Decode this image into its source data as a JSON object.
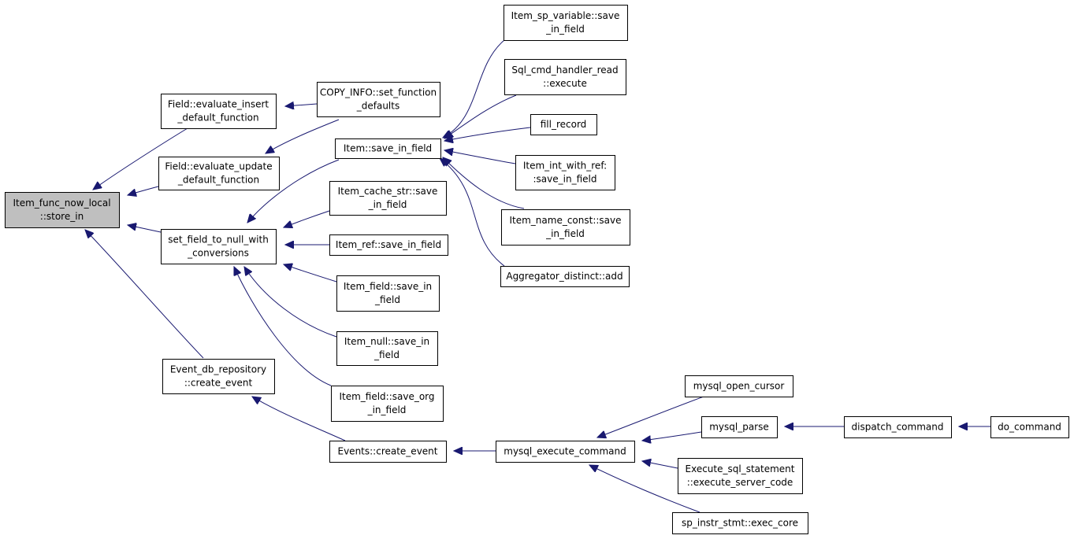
{
  "graph": {
    "nodes": [
      {
        "id": "n0",
        "lines": [
          "Item_func_now_local",
          "::store_in"
        ]
      },
      {
        "id": "n1",
        "lines": [
          "Field::evaluate_insert",
          "_default_function"
        ]
      },
      {
        "id": "n2",
        "lines": [
          "Field::evaluate_update",
          "_default_function"
        ]
      },
      {
        "id": "n3",
        "lines": [
          "set_field_to_null_with",
          "_conversions"
        ]
      },
      {
        "id": "n4",
        "lines": [
          "Event_db_repository",
          "::create_event"
        ]
      },
      {
        "id": "n5",
        "lines": [
          "COPY_INFO::set_function",
          "_defaults"
        ]
      },
      {
        "id": "n6",
        "lines": [
          "Item::save_in_field"
        ]
      },
      {
        "id": "n7",
        "lines": [
          "Item_cache_str::save",
          "_in_field"
        ]
      },
      {
        "id": "n8",
        "lines": [
          "Item_ref::save_in_field"
        ]
      },
      {
        "id": "n9",
        "lines": [
          "Item_field::save_in",
          "_field"
        ]
      },
      {
        "id": "n10",
        "lines": [
          "Item_null::save_in",
          "_field"
        ]
      },
      {
        "id": "n11",
        "lines": [
          "Item_field::save_org",
          "_in_field"
        ]
      },
      {
        "id": "n12",
        "lines": [
          "Events::create_event"
        ]
      },
      {
        "id": "n13",
        "lines": [
          "Item_sp_variable::save",
          "_in_field"
        ]
      },
      {
        "id": "n14",
        "lines": [
          "Sql_cmd_handler_read",
          "::execute"
        ]
      },
      {
        "id": "n15",
        "lines": [
          "fill_record"
        ]
      },
      {
        "id": "n16",
        "lines": [
          "Item_int_with_ref:",
          ":save_in_field"
        ]
      },
      {
        "id": "n17",
        "lines": [
          "Item_name_const::save",
          "_in_field"
        ]
      },
      {
        "id": "n18",
        "lines": [
          "Aggregator_distinct::add"
        ]
      },
      {
        "id": "n19",
        "lines": [
          "mysql_execute_command"
        ]
      },
      {
        "id": "n20",
        "lines": [
          "mysql_open_cursor"
        ]
      },
      {
        "id": "n21",
        "lines": [
          "mysql_parse"
        ]
      },
      {
        "id": "n22",
        "lines": [
          "Execute_sql_statement",
          "::execute_server_code"
        ]
      },
      {
        "id": "n23",
        "lines": [
          "sp_instr_stmt::exec_core"
        ]
      },
      {
        "id": "n24",
        "lines": [
          "dispatch_command"
        ]
      },
      {
        "id": "n25",
        "lines": [
          "do_command"
        ]
      }
    ],
    "edges": [
      {
        "from": "n1",
        "to": "n0"
      },
      {
        "from": "n2",
        "to": "n0"
      },
      {
        "from": "n3",
        "to": "n0"
      },
      {
        "from": "n4",
        "to": "n0"
      },
      {
        "from": "n5",
        "to": "n1"
      },
      {
        "from": "n5",
        "to": "n2"
      },
      {
        "from": "n6",
        "to": "n3"
      },
      {
        "from": "n7",
        "to": "n3"
      },
      {
        "from": "n8",
        "to": "n3"
      },
      {
        "from": "n9",
        "to": "n3"
      },
      {
        "from": "n10",
        "to": "n3"
      },
      {
        "from": "n11",
        "to": "n3"
      },
      {
        "from": "n12",
        "to": "n4"
      },
      {
        "from": "n13",
        "to": "n6"
      },
      {
        "from": "n14",
        "to": "n6"
      },
      {
        "from": "n15",
        "to": "n6"
      },
      {
        "from": "n16",
        "to": "n6"
      },
      {
        "from": "n17",
        "to": "n6"
      },
      {
        "from": "n18",
        "to": "n6"
      },
      {
        "from": "n19",
        "to": "n12"
      },
      {
        "from": "n20",
        "to": "n19"
      },
      {
        "from": "n21",
        "to": "n19"
      },
      {
        "from": "n22",
        "to": "n19"
      },
      {
        "from": "n23",
        "to": "n19"
      },
      {
        "from": "n24",
        "to": "n21"
      },
      {
        "from": "n25",
        "to": "n24"
      }
    ]
  }
}
